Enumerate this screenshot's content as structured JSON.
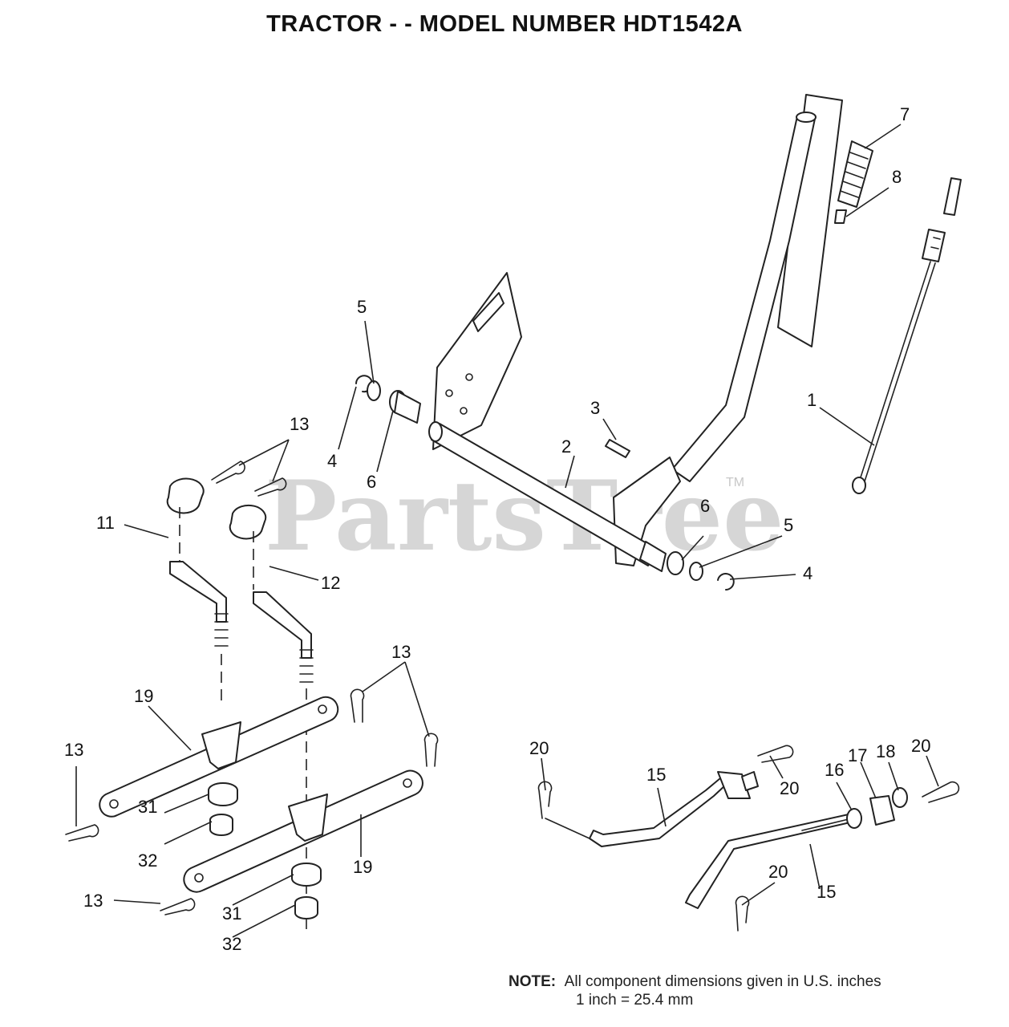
{
  "title": "TRACTOR - - MODEL NUMBER HDT1542A",
  "watermark": {
    "text": "PartsTree",
    "trademark": "TM"
  },
  "callouts": {
    "c1": "1",
    "c2": "2",
    "c3": "3",
    "c4a": "4",
    "c4b": "4",
    "c5a": "5",
    "c5b": "5",
    "c6a": "6",
    "c6b": "6",
    "c7": "7",
    "c8": "8",
    "c11": "11",
    "c12": "12",
    "c13a": "13",
    "c13b": "13",
    "c13c": "13",
    "c13d": "13",
    "c15a": "15",
    "c15b": "15",
    "c16": "16",
    "c17": "17",
    "c18": "18",
    "c19a": "19",
    "c19b": "19",
    "c20a": "20",
    "c20b": "20",
    "c20c": "20",
    "c20d": "20",
    "c31a": "31",
    "c31b": "31",
    "c32a": "32",
    "c32b": "32"
  },
  "note": {
    "label": "NOTE:",
    "line1": "All component dimensions given in U.S. inches",
    "line2": "1 inch = 25.4 mm"
  }
}
